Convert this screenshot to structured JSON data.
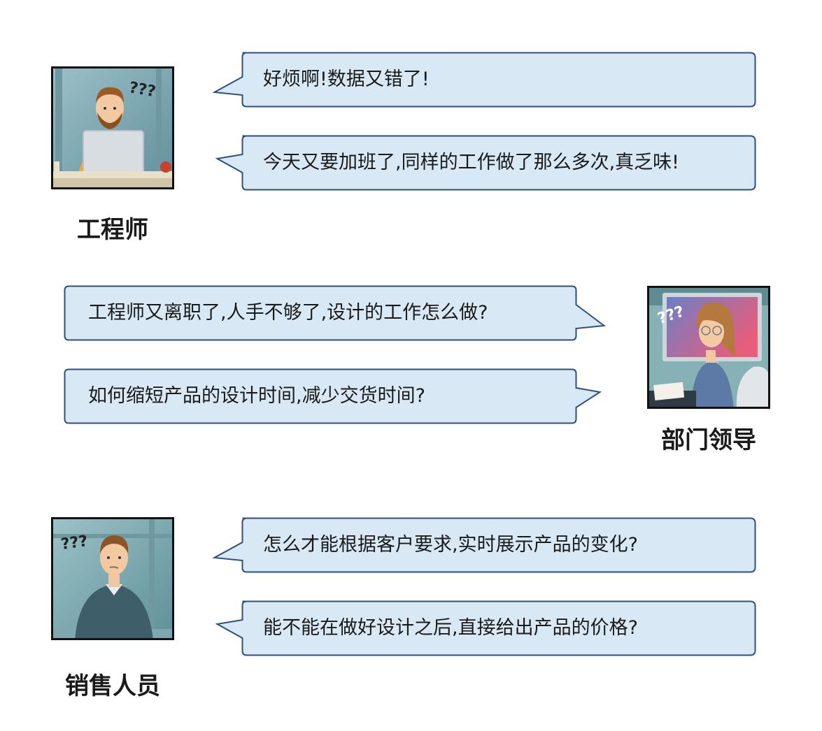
{
  "engineer": {
    "label": "工程师",
    "lines": [
      "好烦啊!数据又错了!",
      "今天又要加班了,同样的工作做了那么多次,真乏味!"
    ],
    "question_marks": "???"
  },
  "manager": {
    "label": "部门领导",
    "lines": [
      "工程师又离职了,人手不够了,设计的工作怎么做?",
      "如何缩短产品的设计时间,减少交货时间?"
    ],
    "question_marks": "???"
  },
  "sales": {
    "label": "销售人员",
    "lines": [
      "怎么才能根据客户要求,实时展示产品的变化?",
      "能不能在做好设计之后,直接给出产品的价格?"
    ],
    "question_marks": "???"
  },
  "colors": {
    "bubble_fill": "#d9e8f5",
    "bubble_stroke": "#2f4f7f",
    "text": "#1a1a1a",
    "avatar_border": "#111111"
  }
}
